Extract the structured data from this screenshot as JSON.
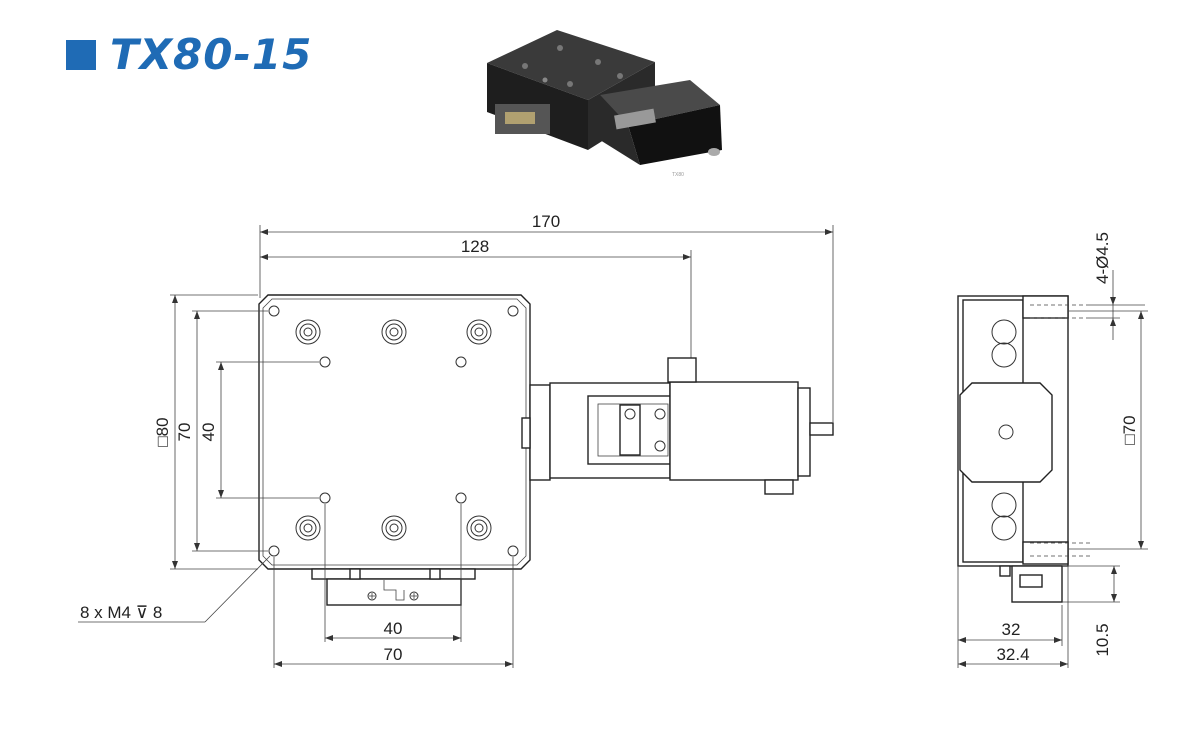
{
  "header": {
    "title": "TX80-15",
    "accent_color": "#1f6bb5"
  },
  "photo": {
    "icon": "stage-photo-icon"
  },
  "dimensions": {
    "overall_length": "170",
    "stage_to_motor": "128",
    "square_size": "□80",
    "hole_span_outer": "70",
    "hole_span_inner": "40",
    "bottom_inner": "40",
    "bottom_outer": "70",
    "thread_spec": "8 x  M4 ⊽ 8",
    "mount_holes": "4-Ø4.5",
    "side_square": "□70",
    "side_width_a": "32",
    "side_width_b": "32.4",
    "side_height": "10.5"
  }
}
